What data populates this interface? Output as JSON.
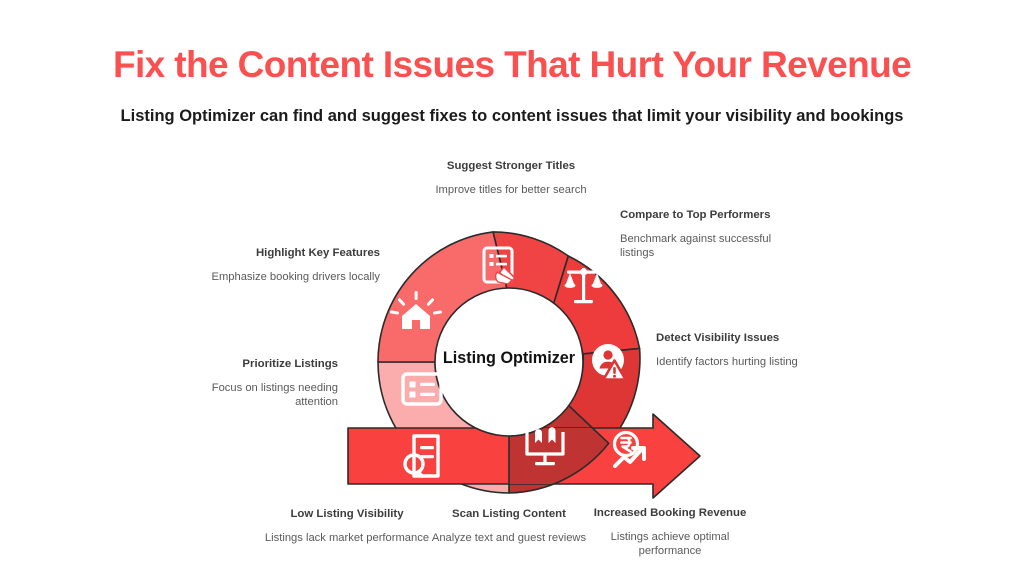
{
  "header": {
    "title": "Fix the Content Issues That Hurt Your Revenue",
    "subtitle": "Listing Optimizer can find and suggest fixes to content issues that limit your visibility and bookings"
  },
  "diagram": {
    "center_label": "Listing Optimizer",
    "type": "donut-cycle-with-arrow",
    "colors": {
      "title_red": "#fb5050",
      "segment_top": "#f04444",
      "segment_scales": "#ee3b3b",
      "segment_visibility": "#de3535",
      "segment_monitor": "#c03333",
      "segment_house": "#f96a6a",
      "segment_list": "#fbacac",
      "arrow_red": "#f9423f",
      "stroke": "#2b2b2b",
      "text_dark": "#3c3c3c",
      "text_muted": "#5a5a5a"
    },
    "segments": [
      {
        "id": "suggest-titles",
        "title": "Suggest Stronger Titles",
        "description": "Improve titles for better search",
        "icon": "document-edit-icon",
        "color": "#f04444",
        "align": "center"
      },
      {
        "id": "compare-top-performers",
        "title": "Compare to Top Performers",
        "description": "Benchmark against successful listings",
        "icon": "scales-balance-icon",
        "color": "#ee3b3b",
        "align": "left"
      },
      {
        "id": "detect-visibility-issues",
        "title": "Detect Visibility Issues",
        "description": "Identify factors hurting listing",
        "icon": "user-warning-icon",
        "color": "#de3535",
        "align": "left"
      },
      {
        "id": "scan-listing-content",
        "title": "Scan Listing Content",
        "description": "Analyze text and guest reviews",
        "icon": "monitor-reviews-icon",
        "color": "#c03333",
        "align": "center"
      },
      {
        "id": "prioritize-listings",
        "title": "Prioritize Listings",
        "description": "Focus on listings needing attention",
        "icon": "checklist-icon",
        "color": "#fbacac",
        "align": "right"
      },
      {
        "id": "highlight-key-features",
        "title": "Highlight Key Features",
        "description": "Emphasize booking drivers locally",
        "icon": "shining-house-icon",
        "color": "#f96a6a",
        "align": "right"
      }
    ],
    "arrow_items": [
      {
        "id": "low-listing-visibility",
        "title": "Low Listing Visibility",
        "description": "Listings lack market performance",
        "icon": "document-search-icon",
        "align": "center"
      },
      {
        "id": "increased-booking-revenue",
        "title": "Increased Booking Revenue",
        "description": "Listings achieve optimal performance",
        "icon": "revenue-growth-icon",
        "align": "center"
      }
    ]
  }
}
